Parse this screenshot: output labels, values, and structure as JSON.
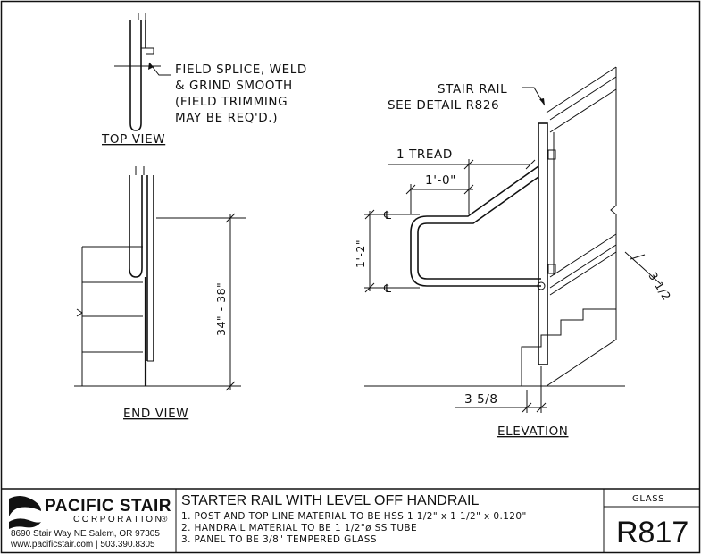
{
  "top_view": {
    "note": [
      "FIELD SPLICE, WELD",
      "& GRIND SMOOTH",
      "(FIELD TRIMMING",
      "MAY BE REQ'D.)"
    ],
    "title": "TOP VIEW"
  },
  "end_view": {
    "height_dim": "34\" - 38\"",
    "title": "END VIEW"
  },
  "elevation": {
    "stair_rail_note": [
      "STAIR RAIL",
      "SEE DETAIL R826"
    ],
    "tread_dim": "1 TREAD",
    "extension_dim": "1'-0\"",
    "drop_dim": "1'-2\"",
    "centerline_symbol": "℄",
    "panel_offset_dim": "3 1/2",
    "post_offset_dim": "3 5/8",
    "title": "ELEVATION"
  },
  "title_block": {
    "company": "PACIFIC STAIR",
    "corporation": "CORPORATION",
    "registered": "®",
    "address": "8690 Stair Way NE Salem, OR 97305",
    "contact": "www.pacificstair.com  |  503.390.8305",
    "drawing_title": "STARTER RAIL WITH LEVEL OFF HANDRAIL",
    "notes": [
      "1. POST AND TOP LINE MATERIAL TO BE HSS 1 1/2\" x 1 1/2\" x 0.120\"",
      "2. HANDRAIL MATERIAL TO BE 1 1/2\"ø SS TUBE",
      "3. PANEL TO BE 3/8\" TEMPERED GLASS"
    ],
    "category": "GLASS",
    "detail_code": "R817"
  }
}
